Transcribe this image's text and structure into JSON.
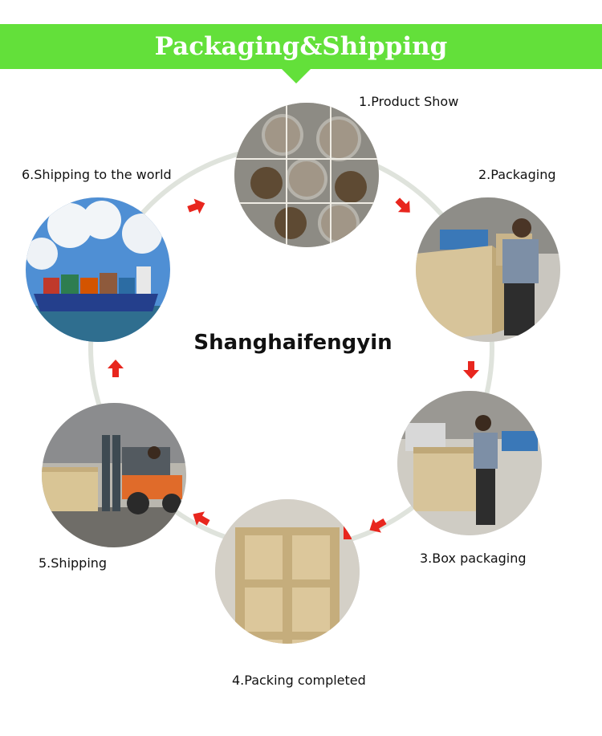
{
  "header": {
    "title": "Packaging&Shipping",
    "color": "#63e03a"
  },
  "center": {
    "title": "Shanghaifengyin"
  },
  "steps": [
    {
      "label": "1.Product Show",
      "image": "plush-toys-in-bags-photo"
    },
    {
      "label": "2.Packaging",
      "image": "worker-packing-crate-photo"
    },
    {
      "label": "3.Box packaging",
      "image": "worker-box-packaging-photo"
    },
    {
      "label": "4.Packing completed",
      "image": "wooden-crate-photo"
    },
    {
      "label": "5.Shipping",
      "image": "forklift-photo"
    },
    {
      "label": "6.Shipping to the world",
      "image": "container-ship-photo"
    }
  ],
  "colors": {
    "arrow": "#e8261e",
    "ring": "#dfe3dc"
  }
}
